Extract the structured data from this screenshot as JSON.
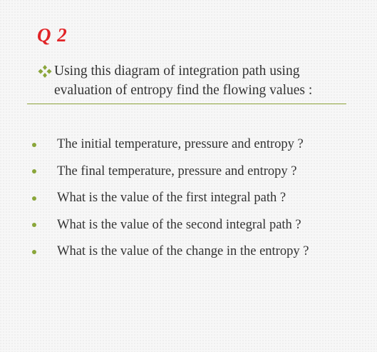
{
  "slide": {
    "title": "Q 2",
    "intro": "Using this diagram of integration path using evaluation of entropy find the flowing values :",
    "intro_icon": "four-diamond-bullet-icon",
    "accent_color": "#8ca33a",
    "title_color": "#e12427",
    "bullets": [
      "The initial temperature, pressure and entropy ?",
      "The final temperature, pressure and entropy ?",
      "What is the value of the first integral path ?",
      "What is the value of the second  integral path ?",
      "What is the value of the change in the entropy ?"
    ]
  }
}
